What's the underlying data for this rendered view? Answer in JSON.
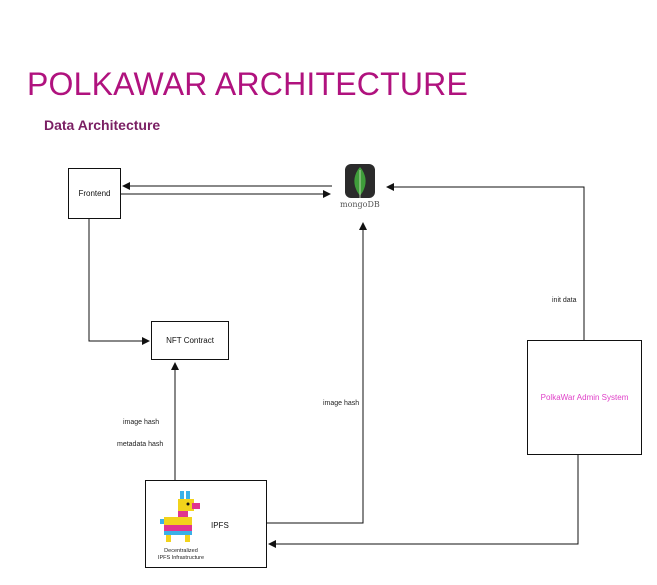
{
  "header": {
    "title": "POLKAWAR ARCHITECTURE",
    "subtitle": "Data Architecture"
  },
  "nodes": {
    "frontend": "Frontend",
    "nft_contract": "NFT Contract",
    "admin_system": "PolkaWar Admin System",
    "ipfs": "IPFS",
    "ipfs_caption_line1": "Decentralized",
    "ipfs_caption_line2": "IPFS Infrastructure",
    "mongodb": "mongoDB"
  },
  "edge_labels": {
    "init_data": "init data",
    "image_hash_db": "image hash",
    "image_hash_nft": "image hash",
    "metadata_hash": "metadata hash"
  },
  "colors": {
    "title": "#b0127e",
    "subtitle": "#7a1f63",
    "admin_text": "#e040c8",
    "mongo_leaf": "#3f9d3a"
  }
}
